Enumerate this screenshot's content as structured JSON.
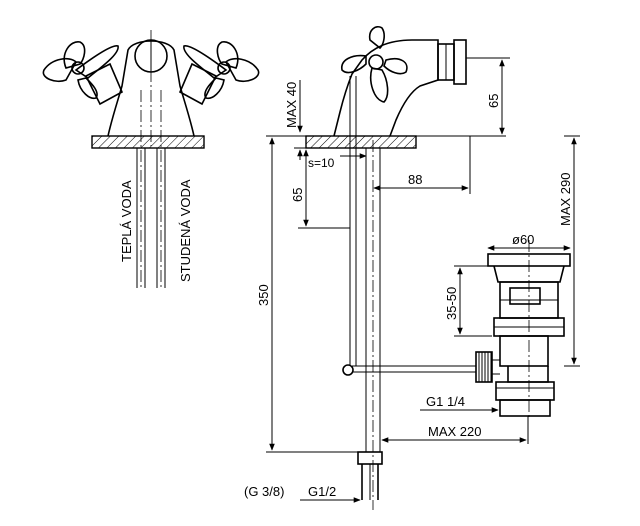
{
  "labels": {
    "tepla_voda": "TEPLÁ VODA",
    "studena_voda": "STUDENÁ VODA",
    "max40": "MAX 40",
    "s10": "s=10",
    "d65_top": "65",
    "d65_left": "65",
    "d88": "88",
    "d350": "350",
    "max290": "MAX 290",
    "phi60": "ø60",
    "d35_50": "35-50",
    "g14": "G1 1/4",
    "max220": "MAX 220",
    "g38": "(G 3/8)",
    "g12": "G1/2"
  }
}
